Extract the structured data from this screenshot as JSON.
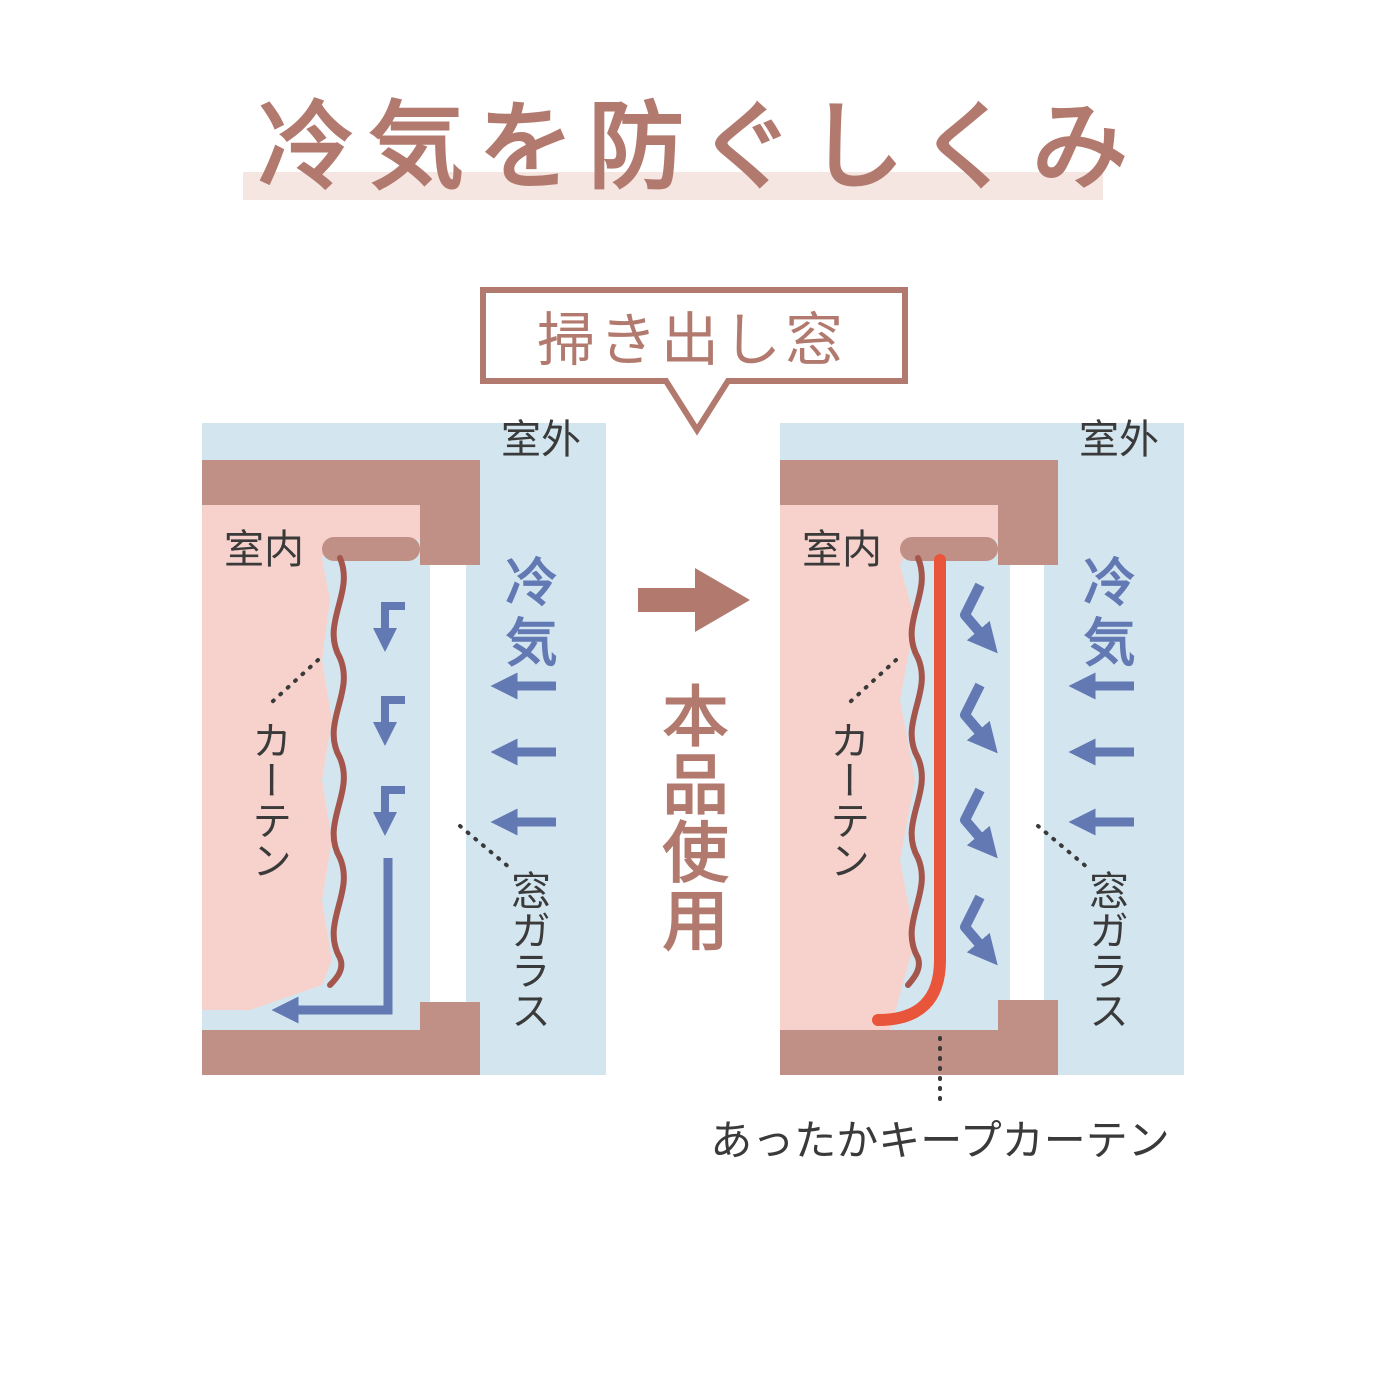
{
  "title": "冷気を防ぐしくみ",
  "window_type": "掃き出し窓",
  "transition_label": "本品使用",
  "product_label": "あったかキープカーテン",
  "panels": [
    {
      "outdoor": "室外",
      "indoor": "室内",
      "cold_air": "冷気",
      "curtain": "カーテン",
      "window_glass": "窓ガラス"
    },
    {
      "outdoor": "室外",
      "indoor": "室内",
      "cold_air": "冷気",
      "curtain": "カーテン",
      "window_glass": "窓ガラス"
    }
  ],
  "colors": {
    "title": "#b27a6e",
    "title_band": "#f6e6e2",
    "outdoor_blue": "#d3e6ef",
    "indoor_pink": "#f7d2cc",
    "frame": "#c08f86",
    "curtain_line": "#a4564c",
    "arrow_blue": "#6279b3",
    "product_line": "#e8553a",
    "label_text": "#3a3a3a"
  }
}
